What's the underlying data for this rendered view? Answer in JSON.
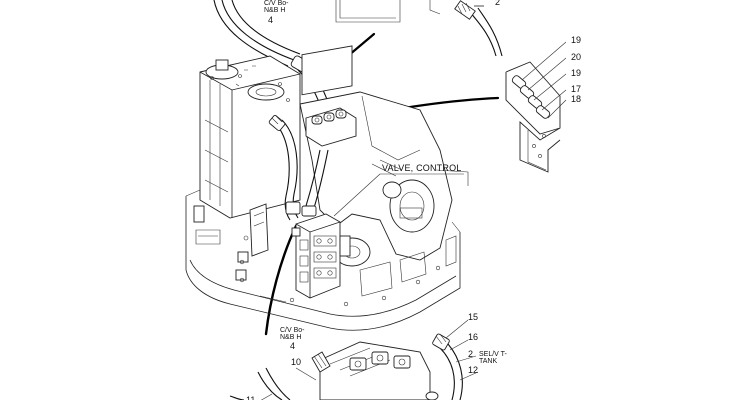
{
  "labels": {
    "cv_top_line1": "C/V Bo-",
    "cv_top_line2": "N&B H",
    "cv_top_num": "4",
    "num_2_top": "2",
    "num_19_a": "19",
    "num_20": "20",
    "num_19_b": "19",
    "num_17": "17",
    "num_18": "18",
    "valve_control": "VALVE, CONTROL",
    "cv_bot_line1": "C/V Bo-",
    "cv_bot_line2": "N&B H",
    "cv_bot_num": "4",
    "num_10": "10",
    "num_11": "11",
    "num_15": "15",
    "num_16": "16",
    "num_2_bot": "2",
    "selv_line1": "SEL/V T-",
    "selv_line2": "TANK",
    "num_12": "12"
  },
  "colors": {
    "ink": "#111111",
    "background": "#ffffff"
  }
}
